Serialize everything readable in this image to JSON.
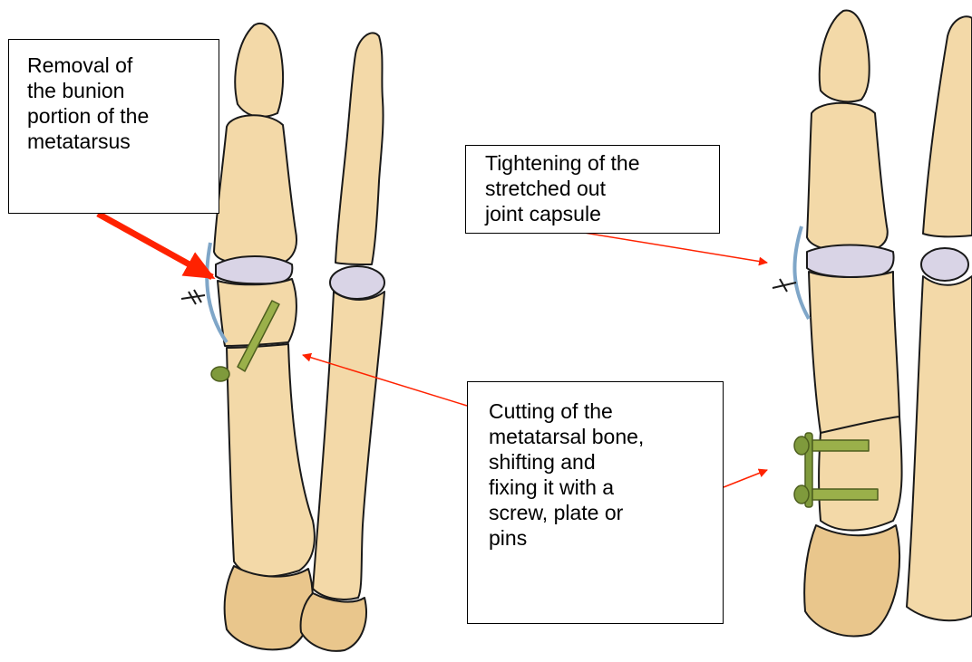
{
  "callouts": {
    "removal": "Removal of\nthe bunion\nportion of the\nmetatarsus",
    "tighten": "Tightening of the\nstretched out\njoint capsule",
    "cutting": "Cutting of the\nmetatarsal bone,\nshifting and\nfixing it with a\nscrew, plate or\npins"
  },
  "colors": {
    "bone": "#f3d9a8",
    "bone_shadow": "#d9b47a",
    "cartilage": "#d9d4e6",
    "hardware": "#7f9a3c",
    "arrow": "#ff2200",
    "outline": "#1a1a1a"
  }
}
